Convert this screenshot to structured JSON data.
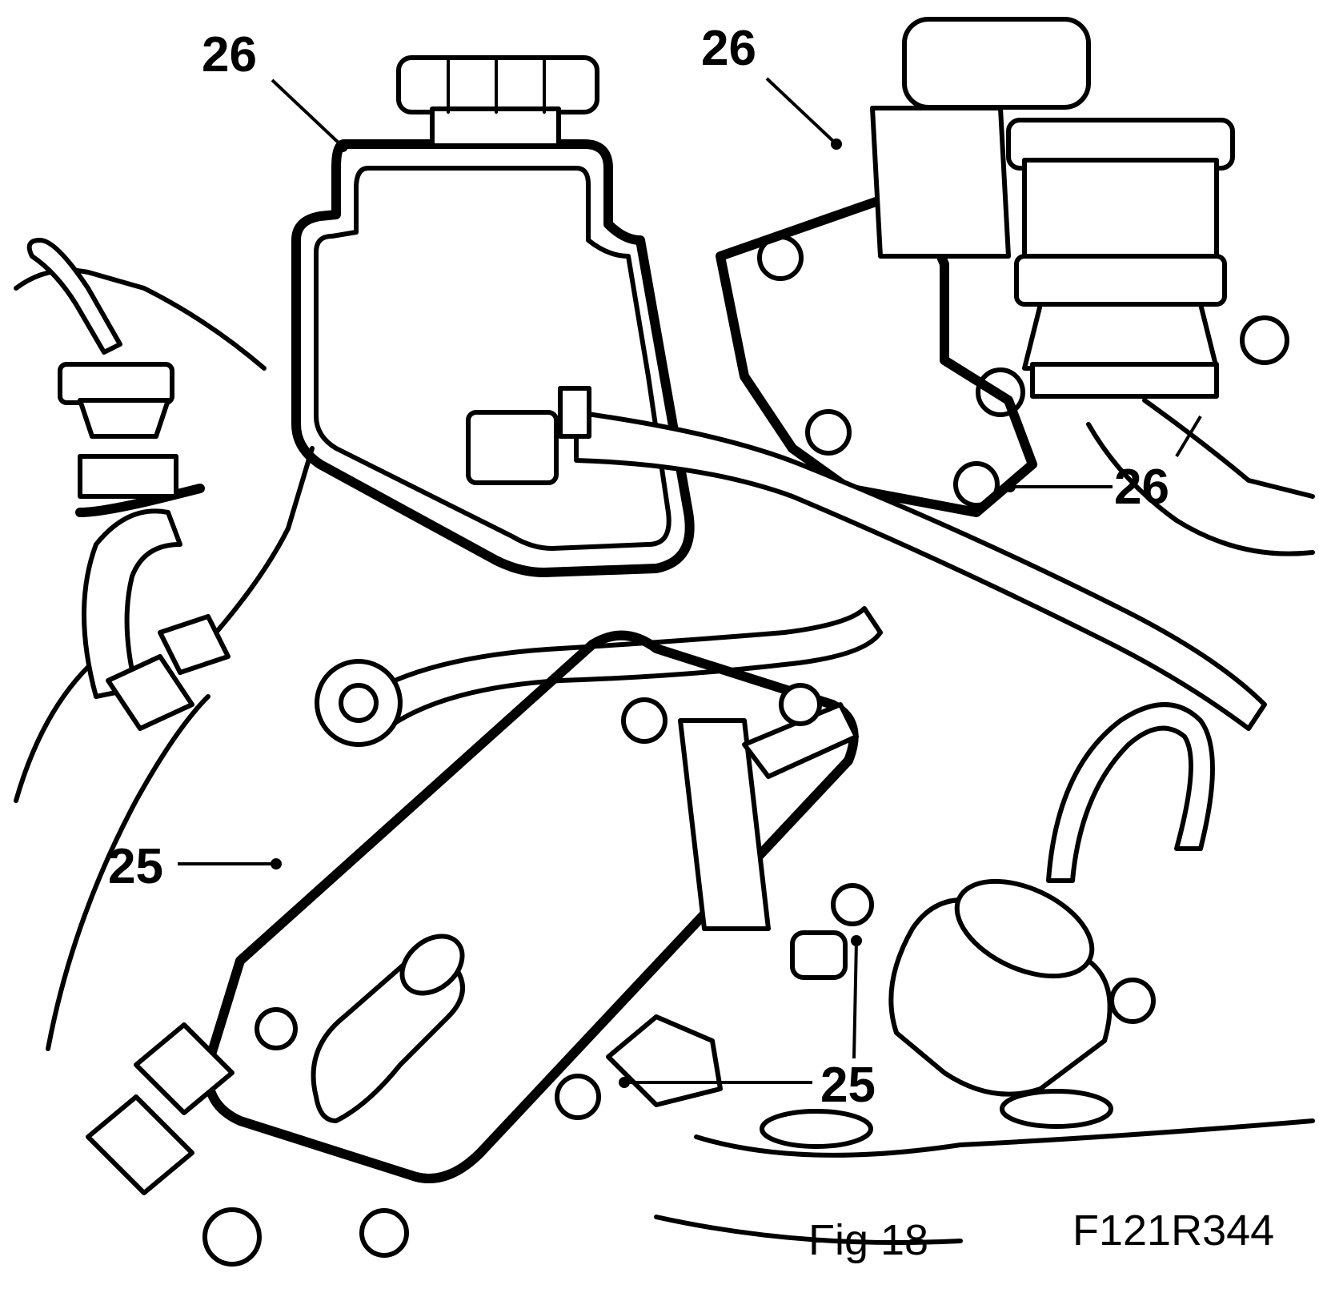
{
  "callouts": {
    "label_26_top_left": "26",
    "label_26_top_center": "26",
    "label_26_right": "26",
    "label_25_left": "25",
    "label_25_bottom": "25"
  },
  "caption": {
    "figure_number": "Fig 18",
    "reference_code": "F121R344"
  }
}
